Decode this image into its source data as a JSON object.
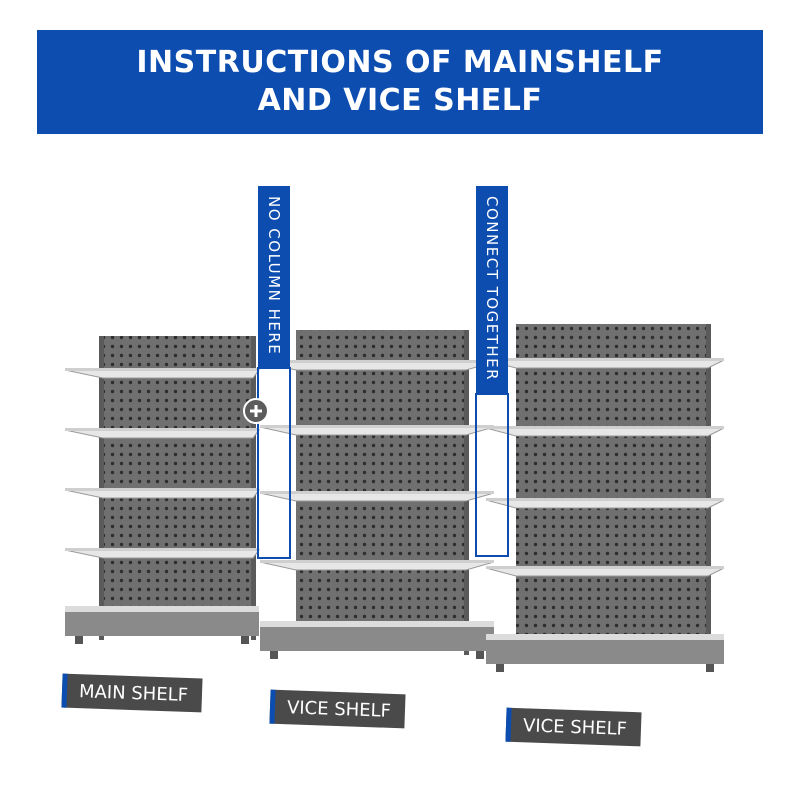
{
  "banner": {
    "line1": "INSTRUCTIONS OF MAINSHELF",
    "line2": "AND VICE SHELF"
  },
  "callouts": {
    "no_column": "NO COLUMN HERE",
    "connect": "CONNECT TOGETHER"
  },
  "labels": {
    "main_shelf": "MAIN SHELF",
    "vice_shelf_1": "VICE SHELF",
    "vice_shelf_2": "VICE SHELF"
  },
  "colors": {
    "brand_blue": "#0d4db0",
    "shelf_gray": "#6f6f6f",
    "label_gray": "#4a4a4a"
  },
  "icons": {
    "join_marker": "plus-circle-icon"
  }
}
